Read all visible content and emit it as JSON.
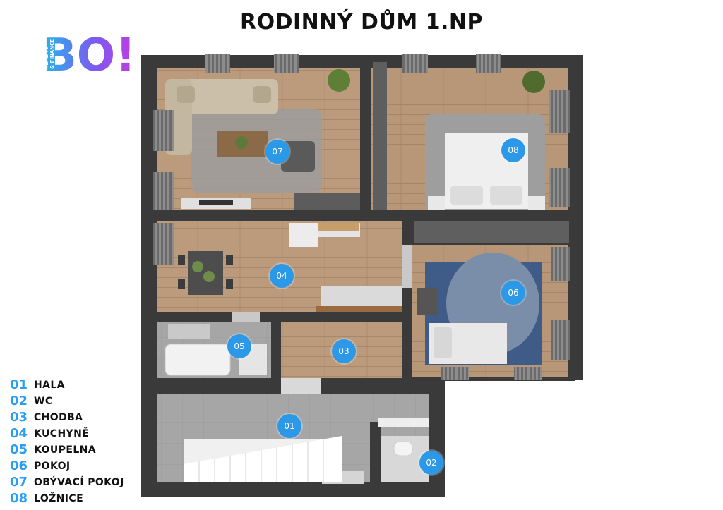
{
  "title": "RODINNÝ DŮM 1.NP",
  "logo": {
    "mark": "BO!",
    "tagline_1": "REALITY",
    "tagline_2": "& FINANCE"
  },
  "colors": {
    "accent": "#2b98e8",
    "wall": "#3a3a3a",
    "floor_wood": "#b9987a",
    "floor_tile": "#a9a9a9"
  },
  "rooms": [
    {
      "num": "01",
      "name": "HALA"
    },
    {
      "num": "02",
      "name": "WC"
    },
    {
      "num": "03",
      "name": "CHODBA"
    },
    {
      "num": "04",
      "name": "KUCHYNĚ"
    },
    {
      "num": "05",
      "name": "KOUPELNA"
    },
    {
      "num": "06",
      "name": "POKOJ"
    },
    {
      "num": "07",
      "name": "OBÝVACÍ POKOJ"
    },
    {
      "num": "08",
      "name": "LOŽNICE"
    }
  ]
}
